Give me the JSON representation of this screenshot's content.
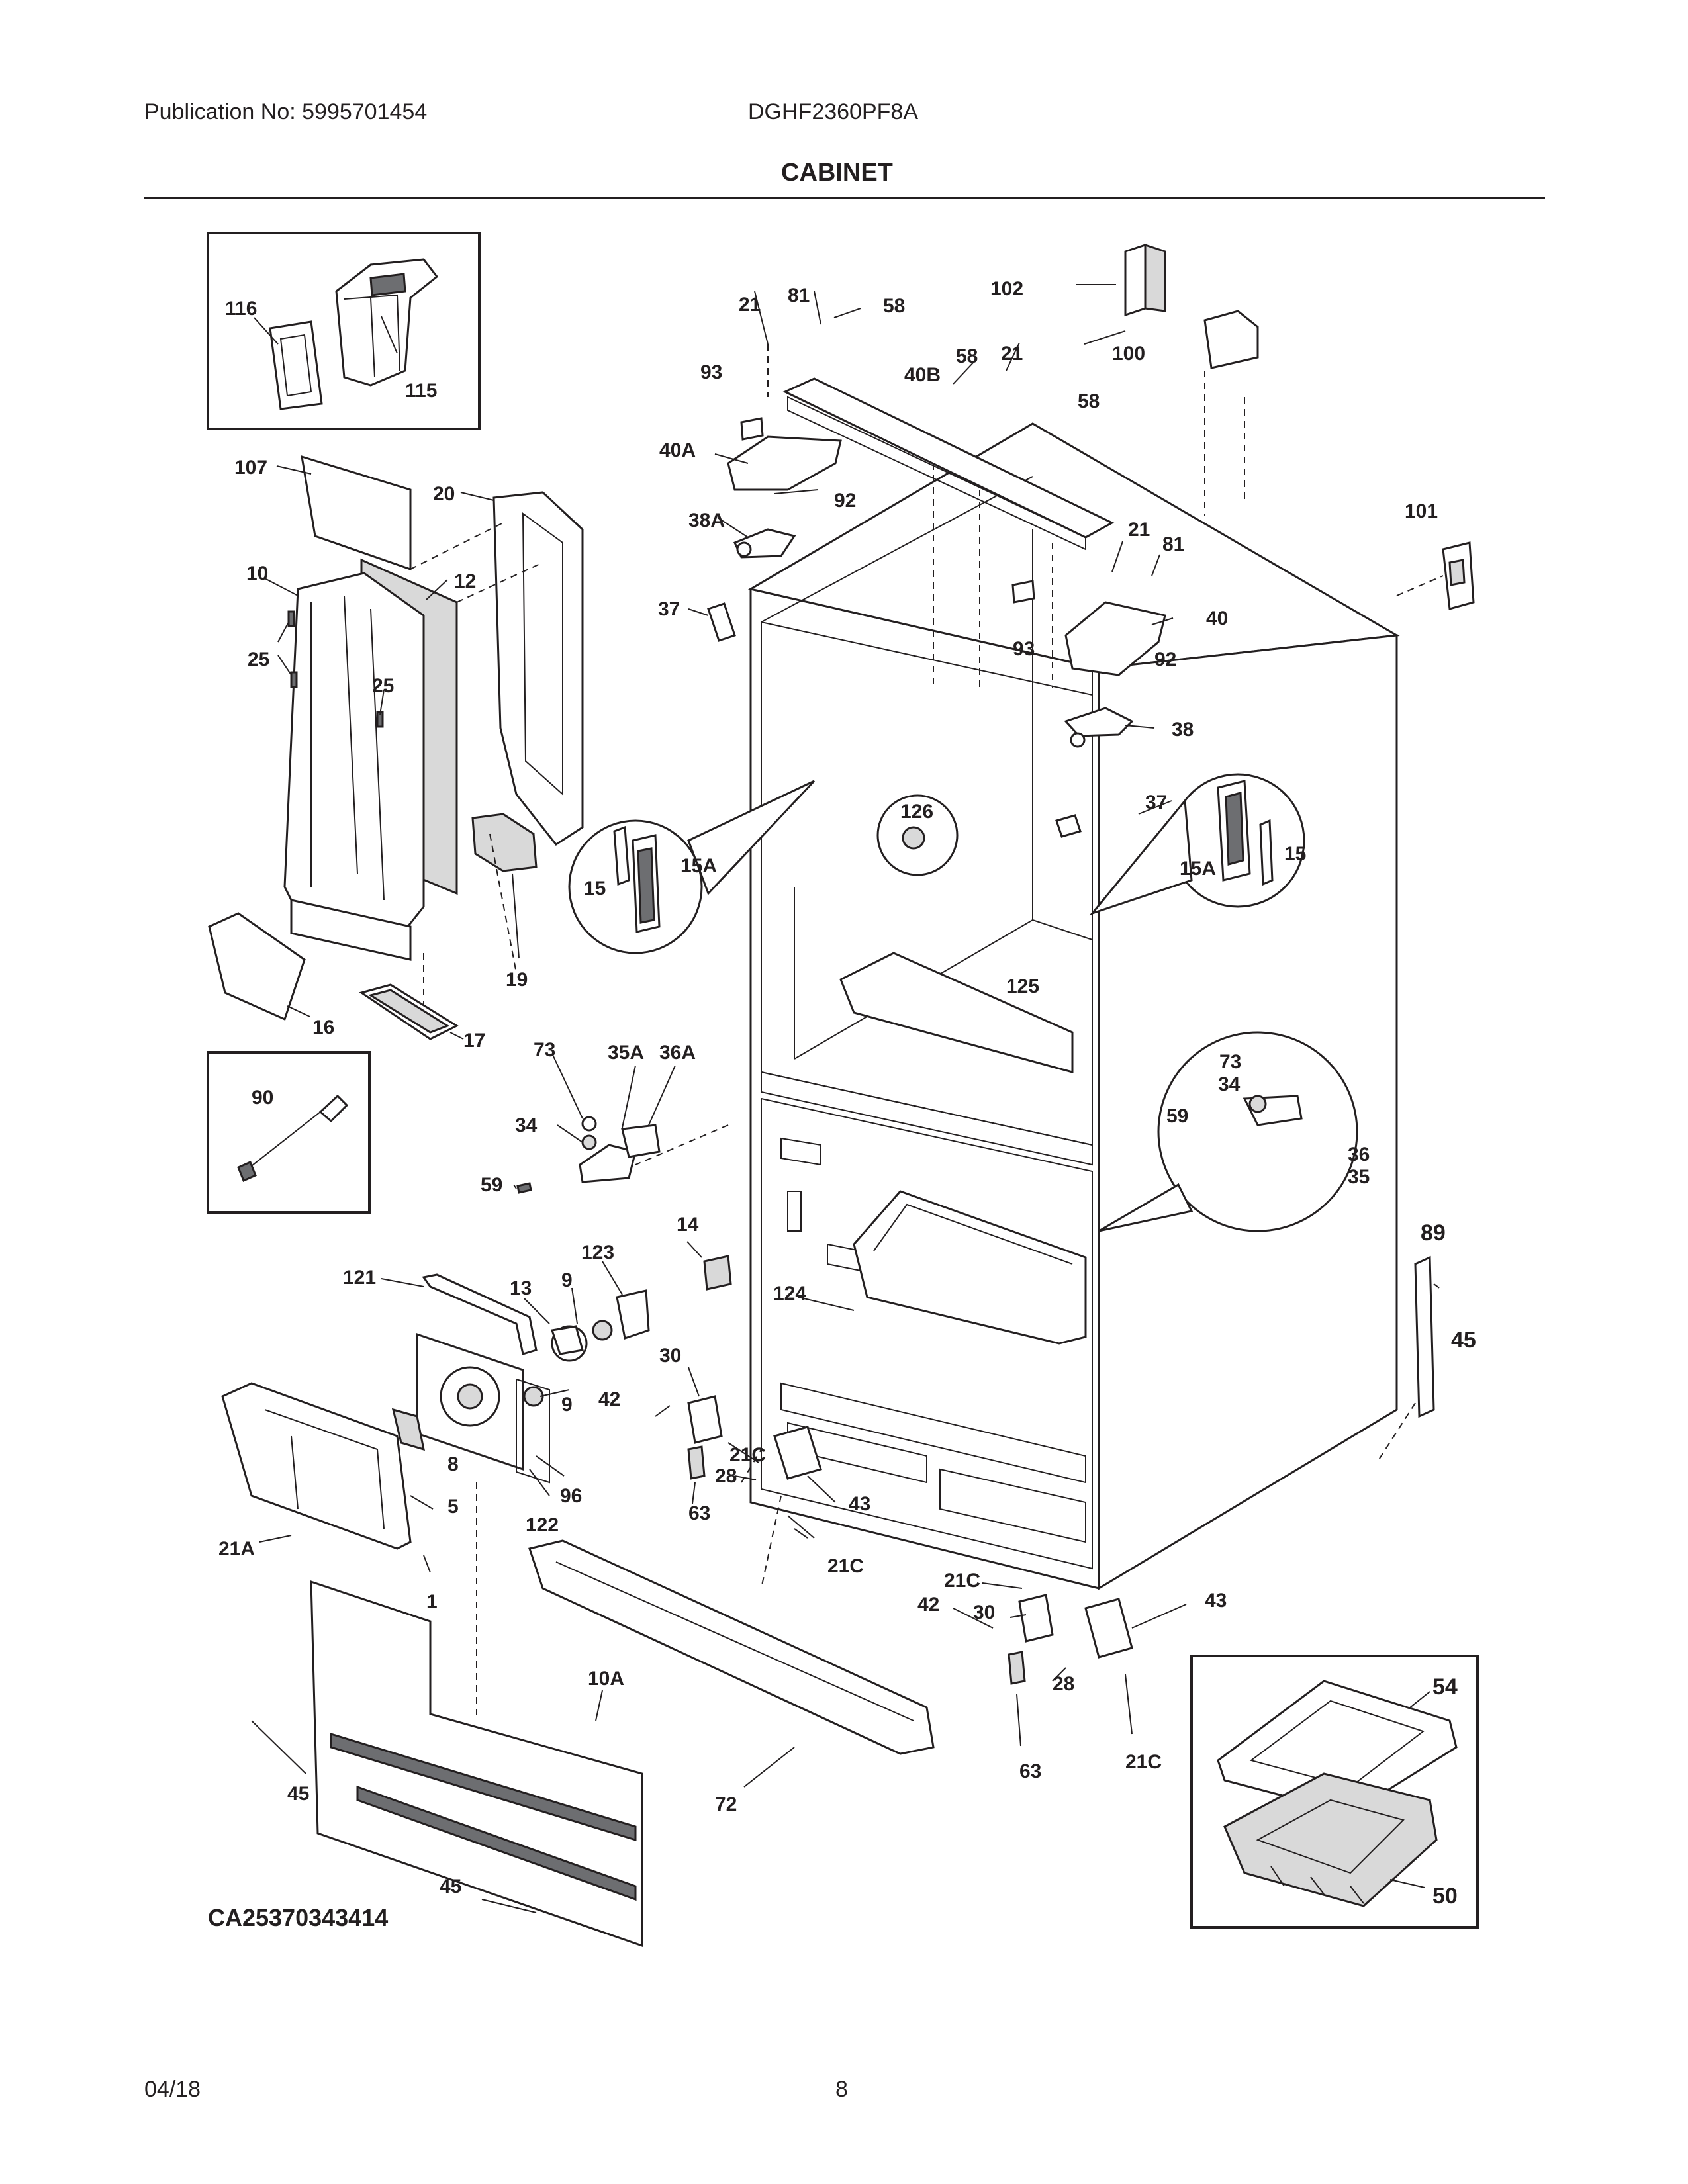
{
  "header": {
    "publication": "Publication No: 5995701454",
    "model": "DGHF2360PF8A",
    "title": "CABINET"
  },
  "diagram": {
    "drawing_code": "CA25370343414",
    "callouts": {
      "c116": "116",
      "c115": "115",
      "c107": "107",
      "c20": "20",
      "c10": "10",
      "c12": "12",
      "c25a": "25",
      "c25b": "25",
      "c19": "19",
      "c16": "16",
      "c17": "17",
      "c90": "90",
      "c21a": "21",
      "c81a": "81",
      "c58a": "58",
      "c102": "102",
      "c93a": "93",
      "c40b": "40B",
      "c58b": "58",
      "c21b": "21",
      "c100": "100",
      "c40a": "40A",
      "c58c": "58",
      "c92a": "92",
      "c38a": "38A",
      "c101": "101",
      "c21c": "21",
      "c81b": "81",
      "c37a": "37",
      "c93b": "93",
      "c40": "40",
      "c92b": "92",
      "c38": "38",
      "c126": "126",
      "c37b": "37",
      "c15a": "15",
      "c15aa": "15A",
      "c15b": "15A",
      "c15c": "15",
      "c125": "125",
      "c73a": "73",
      "c35a": "35A",
      "c36a": "36A",
      "c34a": "34",
      "c59a": "59",
      "c73b": "73",
      "c34b": "34",
      "c59b": "59",
      "c36": "36",
      "c35": "35",
      "c14": "14",
      "c124": "124",
      "c89": "89",
      "c45a": "45",
      "c121": "121",
      "c13": "13",
      "c9a": "9",
      "c123": "123",
      "c9b": "9",
      "c30a": "30",
      "c42a": "42",
      "c21ca": "21C",
      "c28a": "28",
      "c63a": "63",
      "c43a": "43",
      "c21cb": "21C",
      "c8": "8",
      "c5": "5",
      "c96": "96",
      "c122": "122",
      "c21aa": "21A",
      "c1": "1",
      "c10a": "10A",
      "c72": "72",
      "c45b": "45",
      "c45c": "45",
      "c21cc": "21C",
      "c42b": "42",
      "c30b": "30",
      "c43b": "43",
      "c28b": "28",
      "c63b": "63",
      "c21cd": "21C",
      "c54": "54",
      "c50": "50"
    }
  },
  "footer": {
    "date": "04/18",
    "page": "8"
  }
}
